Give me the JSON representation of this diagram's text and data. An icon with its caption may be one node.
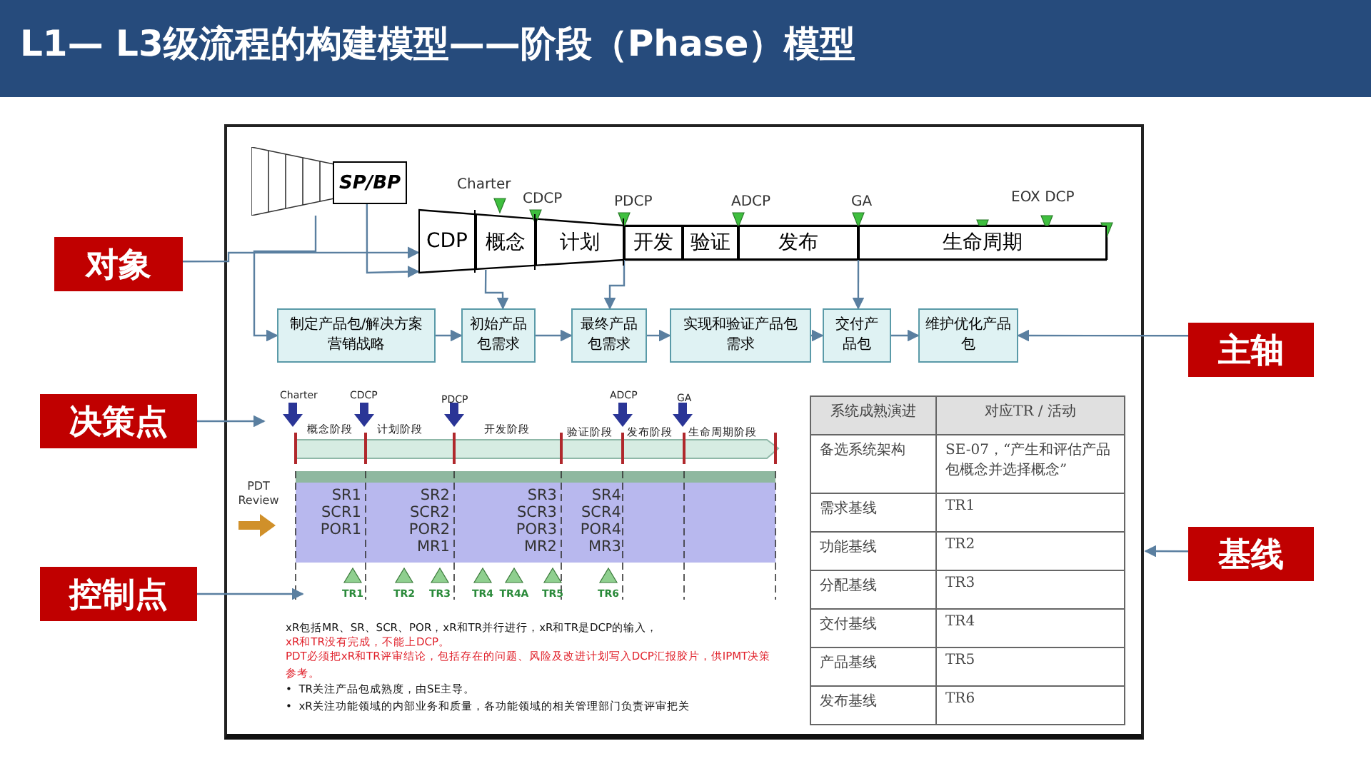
{
  "diagram": {
    "title": "L1— L3级流程的构建模型——阶段（Phase）模型",
    "nodes": [
      {
        "text": [
          "对象"
        ]
      },
      {
        "text": [
          "决策点"
        ]
      },
      {
        "text": [
          "控制点"
        ]
      },
      {
        "text": [
          "主轴"
        ]
      },
      {
        "text": [
          "基线"
        ]
      },
      {
        "text": [],
        "shape": "box"
      },
      {
        "text": [
          "SP/BP"
        ]
      },
      {
        "text": [
          "CDP"
        ]
      },
      {
        "text": [
          "概念"
        ]
      },
      {
        "text": [
          "计划"
        ]
      },
      {
        "text": [
          "开发"
        ]
      },
      {
        "text": [
          "验证"
        ]
      },
      {
        "text": [
          "发布"
        ]
      },
      {
        "text": [
          "生命周期"
        ]
      },
      {
        "text": [
          "制定产品包/解决方案营销战略"
        ]
      },
      {
        "text": [
          "初始产品包需求"
        ]
      },
      {
        "text": [
          "最终产品包需求"
        ]
      },
      {
        "text": [
          "实现和验证产品包需求"
        ]
      },
      {
        "text": [
          "交付产品包"
        ]
      },
      {
        "text": [
          "维护优化产品包"
        ]
      }
    ],
    "edges": [
      {
        "from": 0,
        "to": 7,
        "arrow": "to"
      },
      {
        "from": 1,
        "to": null,
        "arrow": "to"
      },
      {
        "from": 2,
        "to": null,
        "arrow": "to"
      },
      {
        "from": 3,
        "to": 19,
        "arrow": "to"
      },
      {
        "from": 4,
        "to": null,
        "arrow": "to"
      },
      {
        "from": 5,
        "to": 14,
        "arrow": "to"
      },
      {
        "from": 6,
        "to": 7,
        "arrow": "to"
      },
      {
        "from": 8,
        "to": 15,
        "arrow": "to"
      },
      {
        "from": 10,
        "to": 16,
        "arrow": "to"
      },
      {
        "from": 12,
        "to": 18,
        "arrow": "to"
      },
      {
        "from": 14,
        "to": 15,
        "arrow": "to"
      },
      {
        "from": 15,
        "to": 16,
        "arrow": "to"
      },
      {
        "from": 16,
        "to": 17,
        "arrow": "to"
      },
      {
        "from": 17,
        "to": 18,
        "arrow": "to"
      },
      {
        "from": 18,
        "to": 19,
        "arrow": "to"
      }
    ],
    "labels": [
      "Charter",
      "CDCP",
      "PDCP",
      "ADCP",
      "GA",
      "EOX DCP",
      "Charter",
      "CDCP",
      "PDCP",
      "ADCP",
      "GA",
      "概念阶段",
      "计划阶段",
      "开发阶段",
      "验证阶段",
      "发布阶段",
      "生命周期阶段",
      "PDT Review",
      "SR1",
      "SCR1",
      "POR1",
      "SR2",
      "SCR2",
      "POR2",
      "MR1",
      "SR3",
      "SCR3",
      "POR3",
      "MR2",
      "SR4",
      "SCR4",
      "POR4",
      "MR3",
      "TR1",
      "TR2",
      "TR3",
      "TR4",
      "TR4A",
      "TR5",
      "TR6",
      "xR包括MR、SR、SCR、POR，xR和TR并行进行，xR和TR是DCP的输入，",
      "xR和TR没有完成，不能上DCP。",
      "PDT必须把xR和TR评审结论，包括存在的问题、风险及改进计划写入DCP汇报胶片，供IPMT决策参考。",
      "•  TR关注产品包成熟度，由SE主导。",
      "•  xR关注功能领域的内部业务和质量，各功能领域的相关管理部门负责评审把关",
      "系统成熟演进",
      "对应TR / 活动",
      "备选系统架构",
      "SE-07，“产生和评估产品包概念并选择概念”",
      "需求基线",
      "TR1",
      "功能基线",
      "TR2",
      "分配基线",
      "TR3",
      "交付基线",
      "TR4",
      "产品基线",
      "TR5",
      "发布基线",
      "TR6"
    ]
  }
}
